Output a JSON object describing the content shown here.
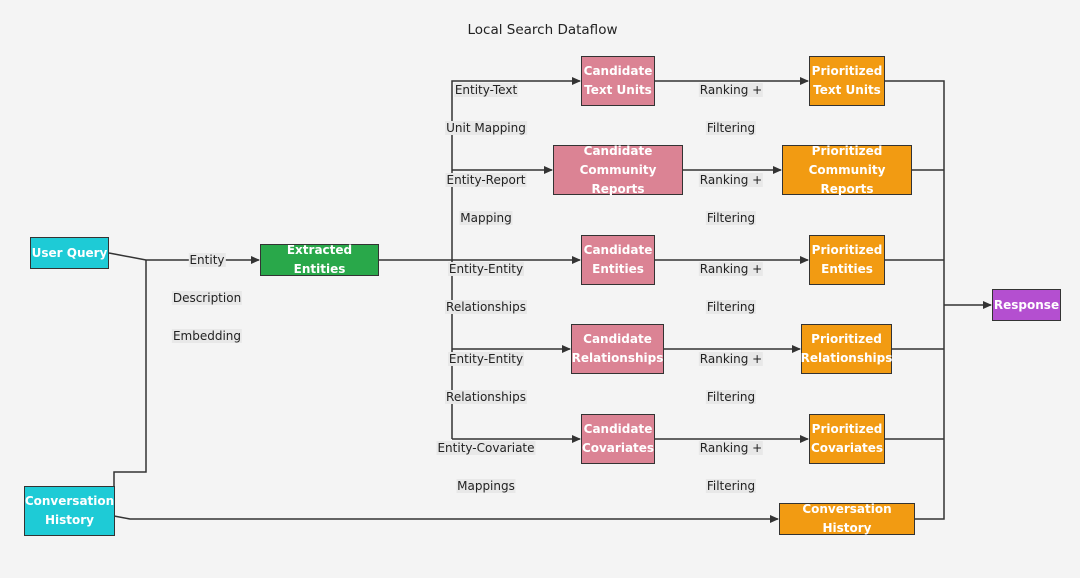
{
  "title": "Local Search Dataflow",
  "nodes": {
    "user_query": "User Query",
    "conversation_history_in": "Conversation\nHistory",
    "extracted_entities": "Extracted Entities",
    "candidate_text_units": "Candidate\nText Units",
    "candidate_community_reports": "Candidate\nCommunity Reports",
    "candidate_entities": "Candidate\nEntities",
    "candidate_relationships": "Candidate\nRelationships",
    "candidate_covariates": "Candidate\nCovariates",
    "prioritized_text_units": "Prioritized\nText Units",
    "prioritized_community_reports": "Prioritized\nCommunity Reports",
    "prioritized_entities": "Prioritized\nEntities",
    "prioritized_relationships": "Prioritized\nRelationships",
    "prioritized_covariates": "Prioritized\nCovariates",
    "conversation_history_out": "Conversation History",
    "response": "Response"
  },
  "edge_labels": {
    "entity_description_embedding": [
      "Entity",
      "Description",
      "Embedding"
    ],
    "entity_text_unit_mapping": [
      "Entity-Text",
      "Unit Mapping"
    ],
    "entity_report_mapping": [
      "Entity-Report",
      "Mapping"
    ],
    "entity_entity_relationships_1": [
      "Entity-Entity",
      "Relationships"
    ],
    "entity_entity_relationships_2": [
      "Entity-Entity",
      "Relationships"
    ],
    "entity_covariate_mappings": [
      "Entity-Covariate",
      "Mappings"
    ],
    "ranking_filtering_1": [
      "Ranking +",
      "Filtering"
    ],
    "ranking_filtering_2": [
      "Ranking +",
      "Filtering"
    ],
    "ranking_filtering_3": [
      "Ranking +",
      "Filtering"
    ],
    "ranking_filtering_4": [
      "Ranking +",
      "Filtering"
    ],
    "ranking_filtering_5": [
      "Ranking +",
      "Filtering"
    ]
  },
  "colors": {
    "input": "#1ecbd6",
    "extracted": "#29a84a",
    "candidate": "#db8394",
    "prioritized": "#f29b12",
    "response": "#b44fd0",
    "edge": "#333333"
  }
}
